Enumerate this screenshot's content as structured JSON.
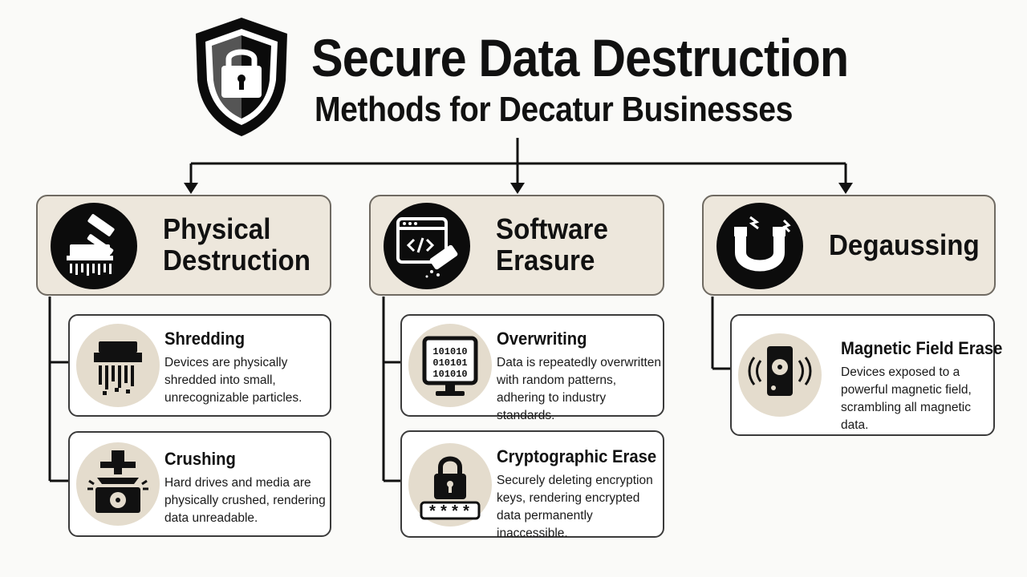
{
  "header": {
    "title": "Secure Data Destruction",
    "subtitle": "Methods for Decatur Businesses",
    "logo_icon": "shield-lock-icon"
  },
  "colors": {
    "category_bg": "#ede7dc",
    "icon_circle_bg": "#e4dccd",
    "ink": "#111111"
  },
  "categories": [
    {
      "label": "Physical Destruction",
      "icon": "hammer-shredder-icon",
      "methods": [
        {
          "title": "Shredding",
          "description": "Devices are physically shredded into small, unrecognizable particles.",
          "icon": "shredder-icon"
        },
        {
          "title": "Crushing",
          "description": "Hard drives and media are physically crushed, rendering data unreadable.",
          "icon": "press-crushing-drive-icon"
        }
      ]
    },
    {
      "label": "Software Erasure",
      "icon": "code-window-eraser-icon",
      "methods": [
        {
          "title": "Overwriting",
          "description": "Data is repeatedly overwritten with random patterns, adhering to industry standards.",
          "icon": "binary-monitor-icon",
          "binary": [
            "101010",
            "010101",
            "101010"
          ]
        },
        {
          "title": "Cryptographic Erase",
          "description": "Securely deleting encryption keys, rendering encrypted data permanently inaccessible.",
          "icon": "padlock-password-icon",
          "password_mask": "****"
        }
      ]
    },
    {
      "label": "Degaussing",
      "icon": "horseshoe-magnet-icon",
      "methods": [
        {
          "title": "Magnetic Field Erase",
          "description": "Devices exposed to a powerful magnetic field, scrambling all magnetic data.",
          "icon": "hard-drive-magnetic-waves-icon"
        }
      ]
    }
  ]
}
